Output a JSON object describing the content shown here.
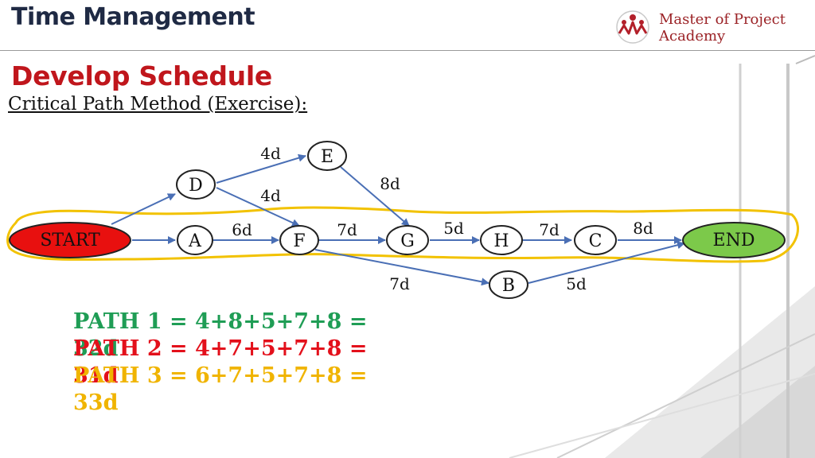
{
  "header": {
    "title": "Time Management",
    "logo_line1": "Master of Project",
    "logo_line2": "Academy"
  },
  "slide": {
    "title": "Develop Schedule",
    "subtitle": "Critical Path Method (Exercise):"
  },
  "diagram": {
    "nodes": {
      "start": "START",
      "a": "A",
      "d": "D",
      "e": "E",
      "f": "F",
      "g": "G",
      "h": "H",
      "c": "C",
      "b": "B",
      "end": "END"
    },
    "edges": {
      "d_e": "4d",
      "d_f": "4d",
      "e_g": "8d",
      "a_f": "6d",
      "f_g": "7d",
      "g_h": "5d",
      "h_c": "7d",
      "c_end": "8d",
      "f_b": "7d",
      "b_end": "5d"
    },
    "colors": {
      "start_fill": "#e8100f",
      "end_fill": "#7cc94a",
      "arrow": "#4a6fb5",
      "highlight": "#f2c200"
    }
  },
  "paths": {
    "path1": "PATH 1 = 4+8+5+7+8 =",
    "path1_result": "32d",
    "path2": "PATH 2 = 4+7+5+7+8 =",
    "path2_result": "31d",
    "path3": "PATH 3 = 6+7+5+7+8 =",
    "path3_result": "33d",
    "colors": {
      "path1": "#1f9d55",
      "path2": "#e3101b",
      "path3": "#f0b400"
    }
  }
}
